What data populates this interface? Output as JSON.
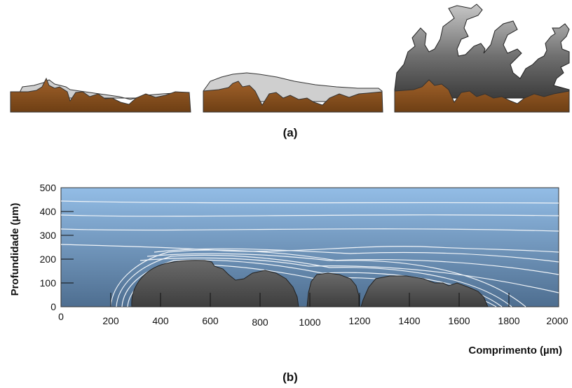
{
  "panel_a": {
    "label": "(a)",
    "stages": [
      "stage-1",
      "stage-2",
      "stage-3"
    ],
    "colors": {
      "substrate": "#8a5320",
      "deposit_light": "#cfcfcf",
      "deposit_dark": "#4a4a4a"
    }
  },
  "panel_b": {
    "label": "(b)",
    "y_axis_label": "Profundidade (µm)",
    "x_axis_label": "Comprimento (µm)",
    "y_ticks": [
      "500",
      "400",
      "300",
      "200",
      "100",
      "0"
    ],
    "x_ticks": [
      "0",
      "200",
      "400",
      "600",
      "800",
      "1000",
      "1200",
      "1400",
      "1600",
      "1800",
      "2000"
    ],
    "colors": {
      "background_top": "#8fb9e4",
      "background_bottom": "#4f6f92",
      "contour": "#f0f4f8",
      "body": "#555555"
    }
  }
}
